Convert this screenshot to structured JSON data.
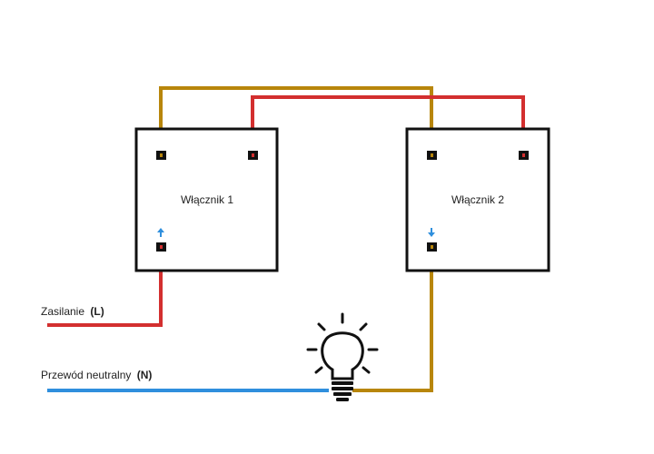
{
  "switches": [
    {
      "label": "Włącznik 1"
    },
    {
      "label": "Włącznik 2"
    }
  ],
  "supply": {
    "label": "Zasilanie",
    "code": "(L)"
  },
  "neutral": {
    "label": "Przewód neutralny",
    "code": "(N)"
  },
  "lamp": {
    "icon": "light-bulb-icon"
  },
  "colors": {
    "live": "#d32f2f",
    "traveler": "#b8860b",
    "neutral": "#2f8fdd",
    "outline": "#111111",
    "arrow": "#2f8fdd"
  }
}
